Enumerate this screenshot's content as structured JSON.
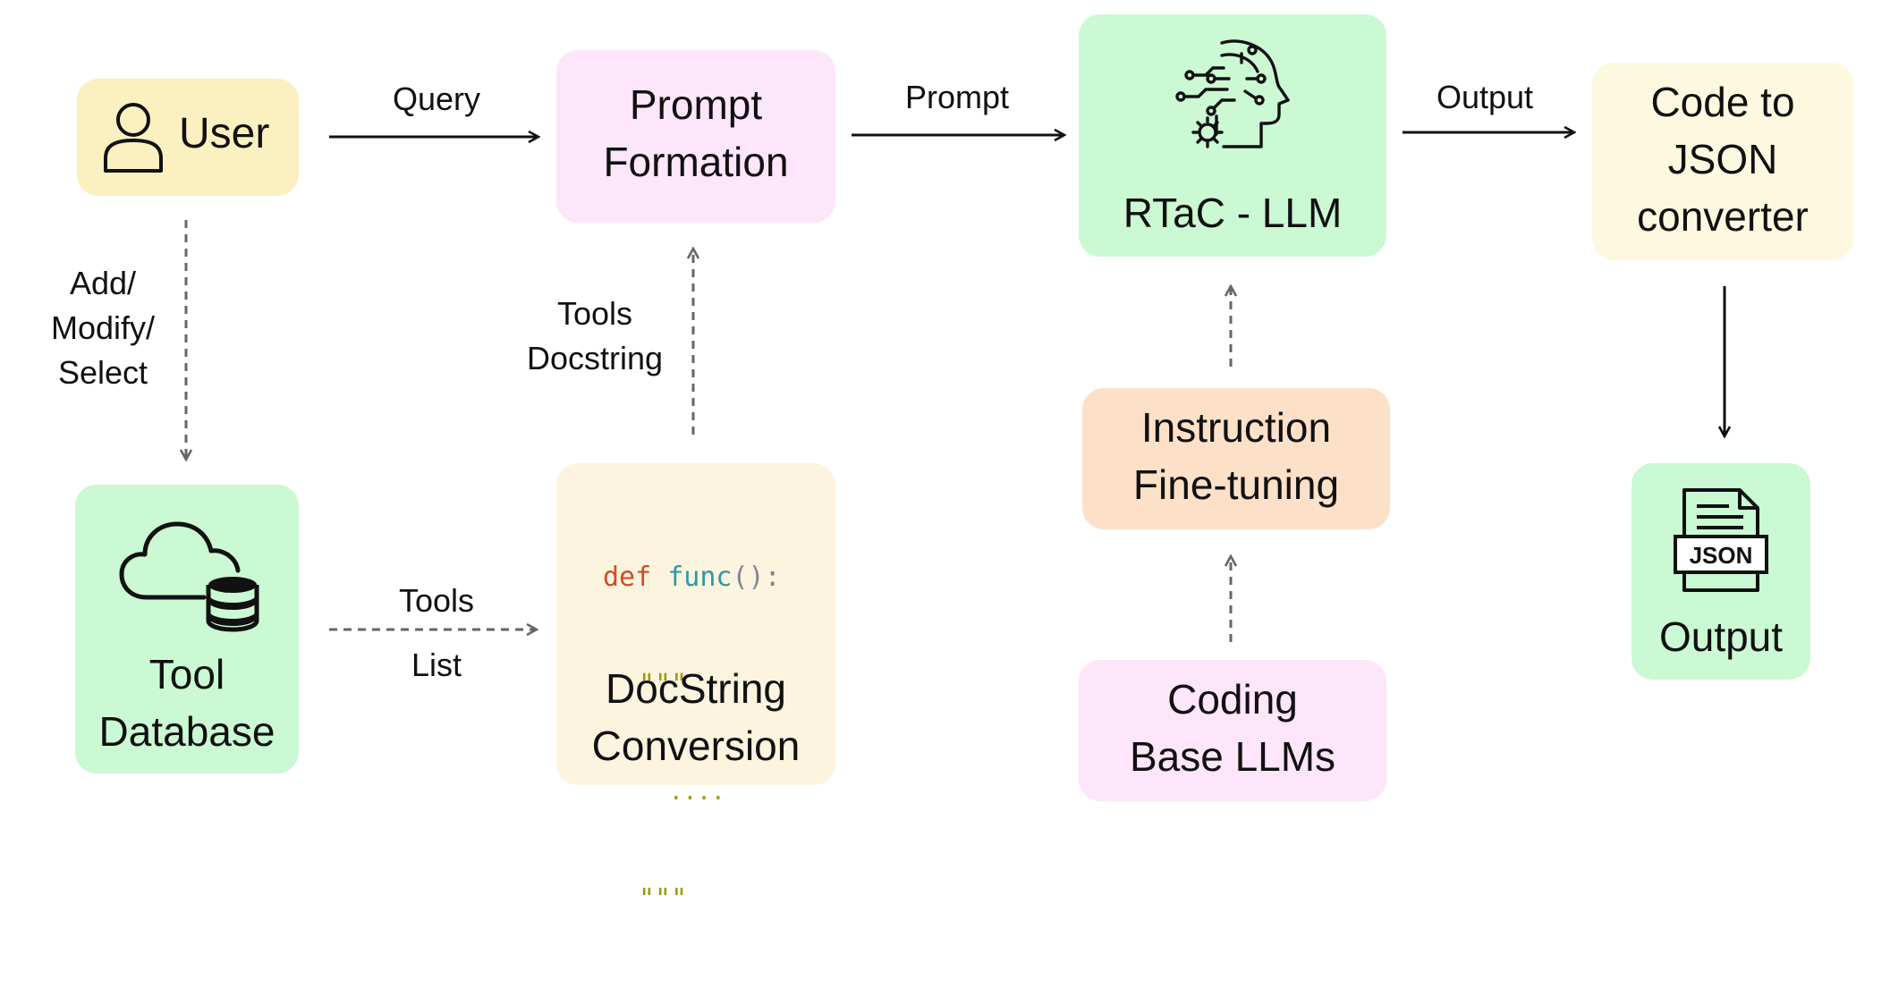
{
  "nodes": {
    "user": {
      "label": "User"
    },
    "prompt_formation": {
      "line1": "Prompt",
      "line2": "Formation"
    },
    "rtac_llm": {
      "label": "RTaC - LLM"
    },
    "code_to_json": {
      "line1": "Code to",
      "line2": "JSON",
      "line3": "converter"
    },
    "tool_database": {
      "line1": "Tool",
      "line2": "Database"
    },
    "docstring_conversion": {
      "line1": "DocString",
      "line2": "Conversion",
      "code": {
        "keyword": "def",
        "func": "func",
        "punct": "():",
        "quote_open": "\"\"\"",
        "dots": "....",
        "quote_close": "\"\"\""
      }
    },
    "instruction_finetuning": {
      "line1": "Instruction",
      "line2": "Fine-tuning"
    },
    "coding_base_llms": {
      "line1": "Coding",
      "line2": "Base LLMs"
    },
    "output": {
      "label": "Output",
      "icon_text": "JSON"
    }
  },
  "edges": {
    "query": "Query",
    "prompt": "Prompt",
    "output": "Output",
    "add_modify_select": {
      "line1": "Add/",
      "line2": "Modify/",
      "line3": "Select"
    },
    "tools_list": {
      "line1": "Tools",
      "line2": "List"
    },
    "tools_docstring": {
      "line1": "Tools",
      "line2": "Docstring"
    }
  },
  "colors": {
    "yellow": "#fbf0bf",
    "pink": "#fde6fa",
    "green": "#caf9d3",
    "cream": "#fdf4e0",
    "peach": "#fde0c8",
    "arrow": "#111111",
    "dashed_arrow": "#666666"
  }
}
